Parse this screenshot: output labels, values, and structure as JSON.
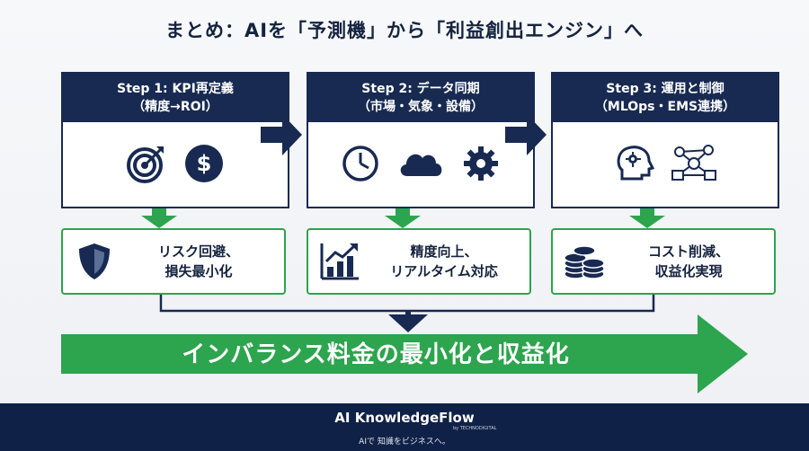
{
  "title": "まとめ：AIを「予測機」から「利益創出エンジン」へ",
  "steps": [
    {
      "line1": "Step 1: KPI再定義",
      "line2": "（精度→ROI）",
      "icons": [
        "target-icon",
        "dollar-icon"
      ]
    },
    {
      "line1": "Step 2: データ同期",
      "line2": "（市場・気象・設備）",
      "icons": [
        "clock-icon",
        "cloud-icon",
        "gear-icon"
      ]
    },
    {
      "line1": "Step 3: 運用と制御",
      "line2": "（MLOps・EMS連携）",
      "icons": [
        "ai-head-icon",
        "network-icon"
      ]
    }
  ],
  "results": [
    {
      "line1": "リスク回避、",
      "line2": "損失最小化",
      "icon": "shield-icon"
    },
    {
      "line1": "精度向上、",
      "line2": "リアルタイム対応",
      "icon": "growth-chart-icon"
    },
    {
      "line1": "コスト削減、",
      "line2": "収益化実現",
      "icon": "coins-icon"
    }
  ],
  "banner": "インバランス料金の最小化と収益化",
  "footer": {
    "brand": "AI KnowledgeFlow",
    "by": "by TECHNODIGITAL",
    "tagline": "AIで 知識をビジネスへ。"
  },
  "colors": {
    "navy": "#182a52",
    "green": "#2da44e",
    "footer": "#0f2147"
  }
}
